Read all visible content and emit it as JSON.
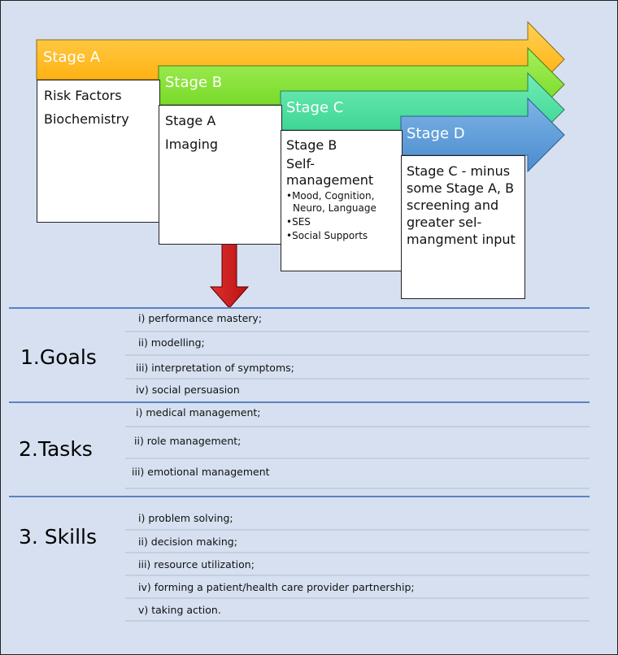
{
  "colors": {
    "background": "#d6e0f0",
    "stage_a": "#ffb400",
    "stage_b": "#7ee02a",
    "stage_c": "#3fdc9a",
    "stage_d": "#5b9bd5",
    "down_arrow": "#c00000",
    "section_line": "#5b82c6"
  },
  "stages": [
    {
      "title": "Stage A",
      "lines": [
        "Risk Factors",
        "Biochemistry"
      ],
      "bullets": []
    },
    {
      "title": "Stage B",
      "lines": [
        "Stage A",
        "Imaging"
      ],
      "bullets": []
    },
    {
      "title": "Stage C",
      "lines": [
        "Stage B",
        "Self-",
        "management"
      ],
      "bullets": [
        "Mood, Cognition, Neuro, Language",
        "SES",
        "Social Supports"
      ]
    },
    {
      "title": "Stage D",
      "lines": [
        "Stage C - minus some Stage A, B screening and greater sel-mangment input"
      ],
      "bullets": []
    }
  ],
  "sections": [
    {
      "label": "1.Goals",
      "items": [
        "i) performance mastery;",
        "ii) modelling;",
        "iii) interpretation of symptoms;",
        "iv) social persuasion"
      ]
    },
    {
      "label": "2.Tasks",
      "items": [
        "i) medical management;",
        "ii) role management;",
        "iii) emotional management"
      ]
    },
    {
      "label": "3. Skills",
      "items": [
        "i) problem solving;",
        "ii) decision making;",
        "iii) resource utilization;",
        "iv) forming a patient/health care provider partnership;",
        "v) taking action."
      ]
    }
  ]
}
